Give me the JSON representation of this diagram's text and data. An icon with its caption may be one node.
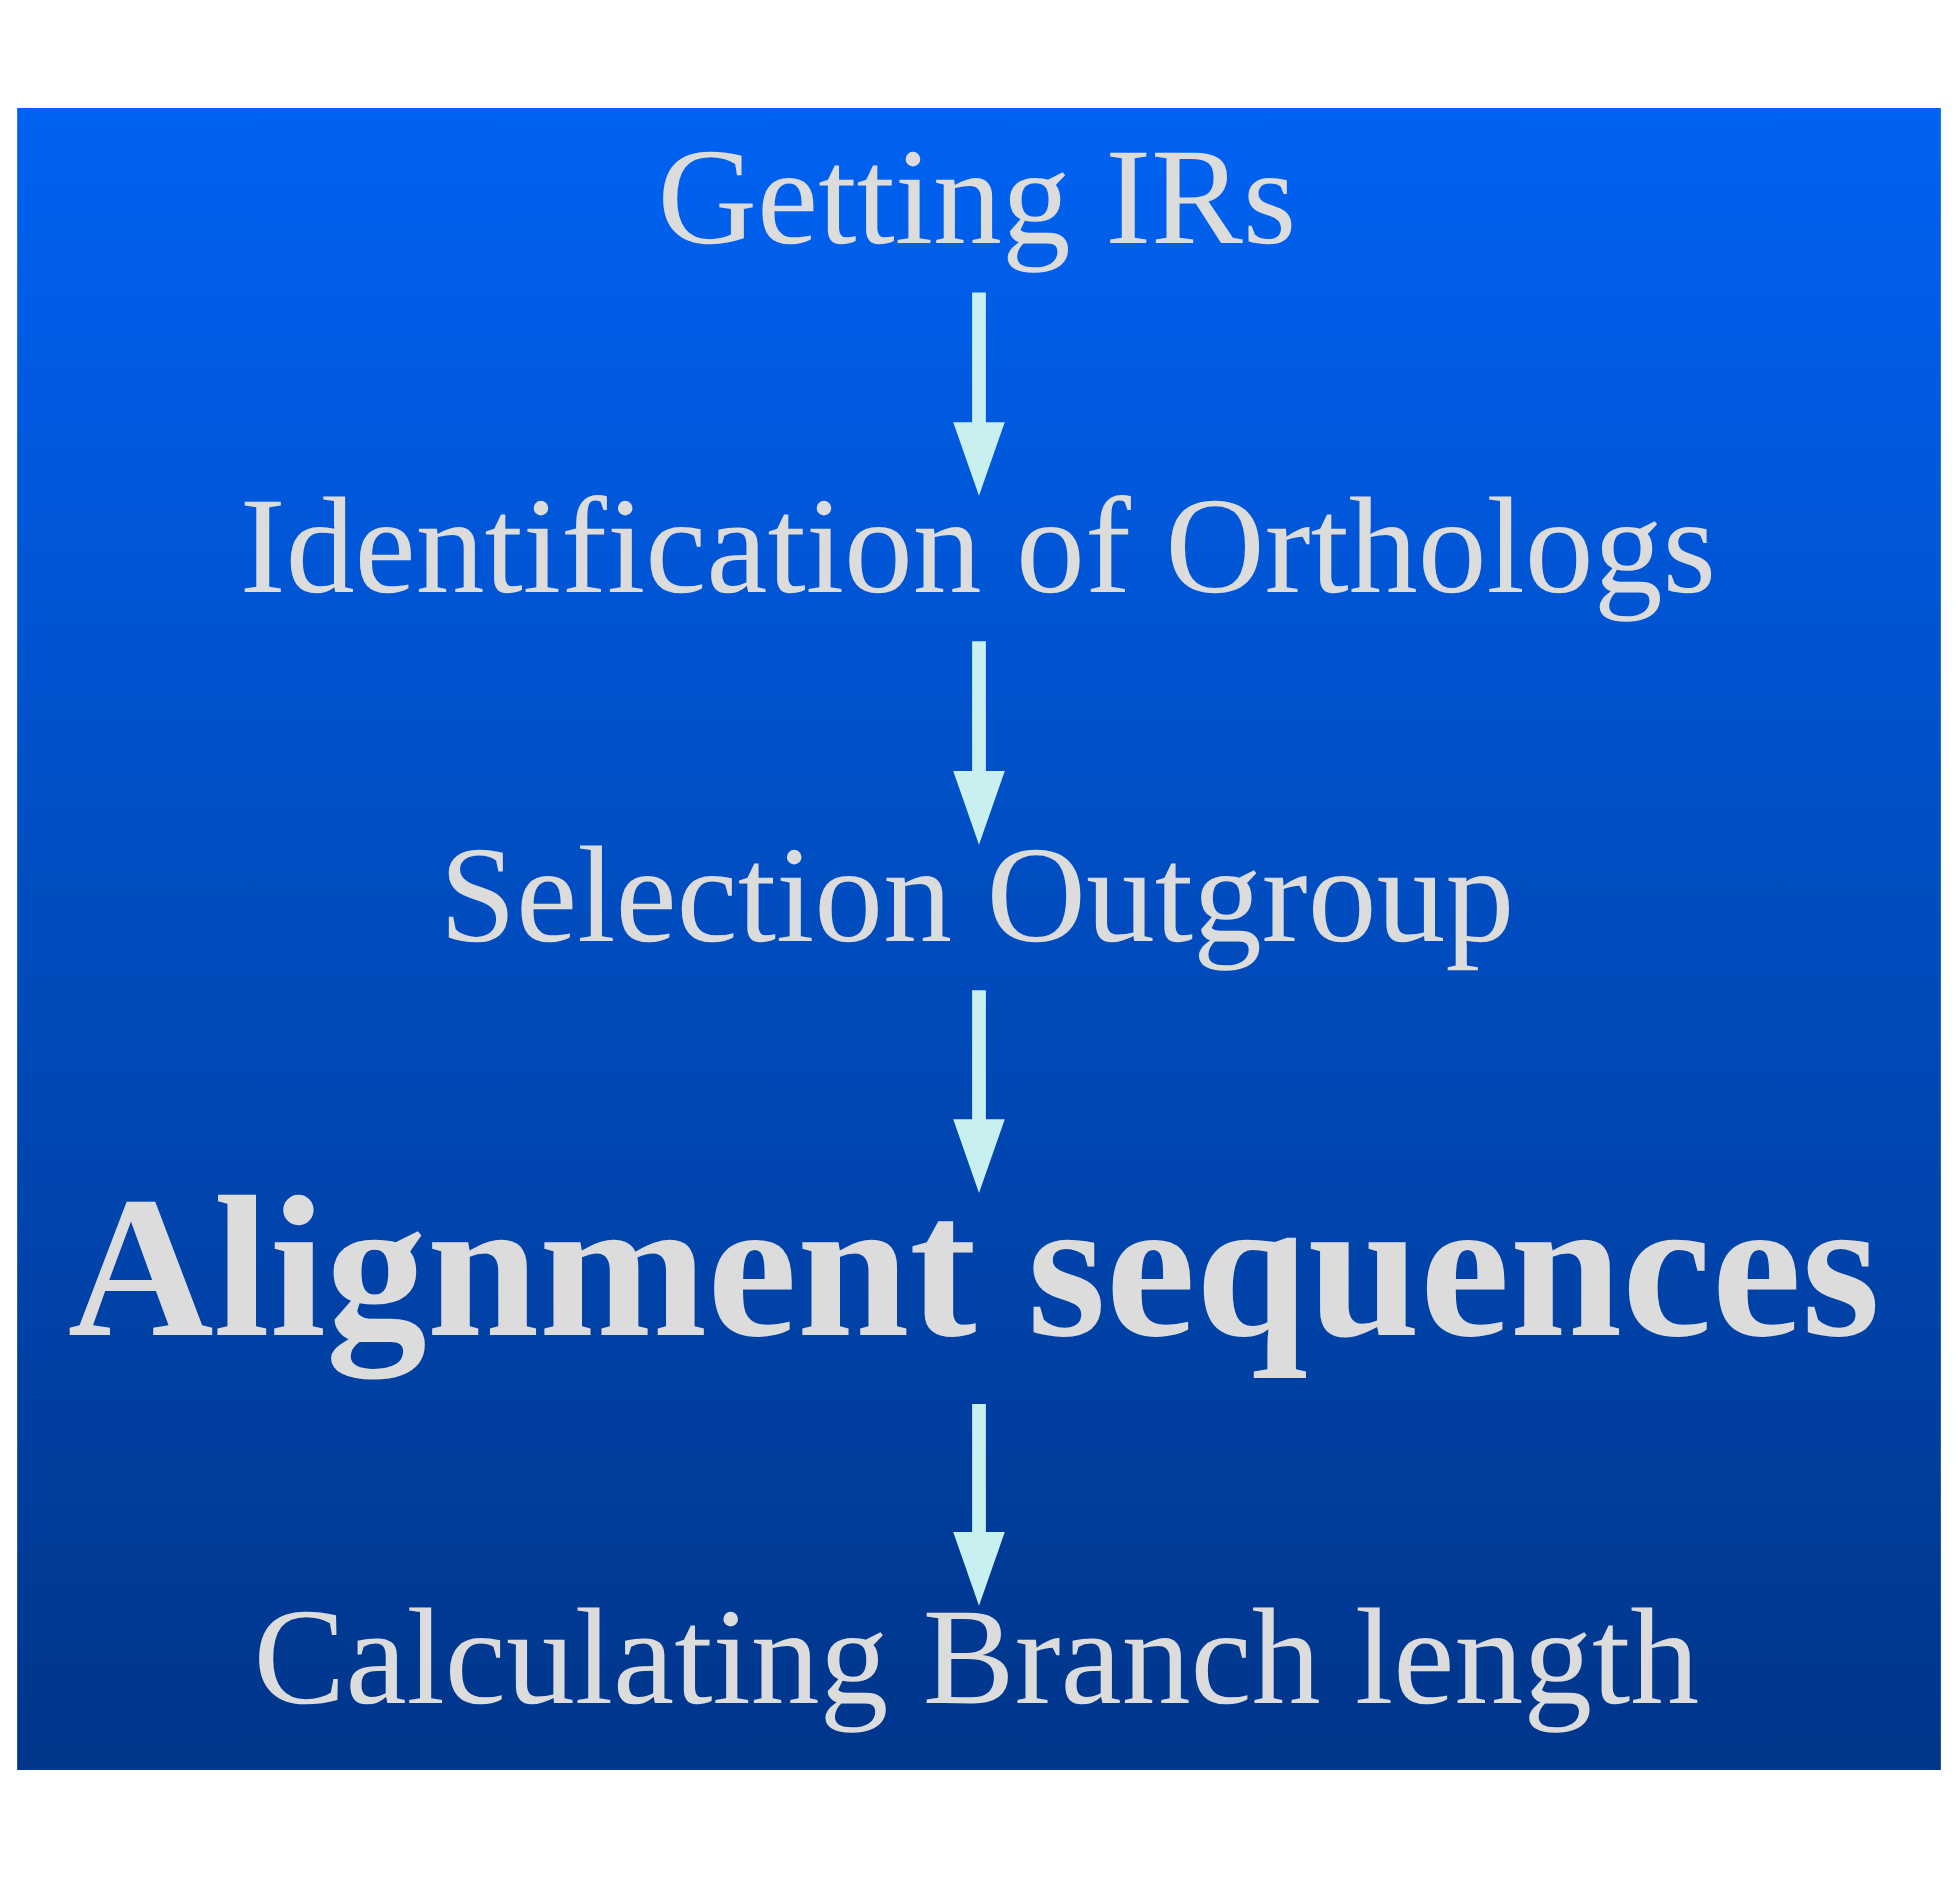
{
  "diagram": {
    "nodes": [
      {
        "text": [
          "Getting IRs"
        ]
      },
      {
        "text": [
          "Identification of Orthologs"
        ]
      },
      {
        "text": [
          "Selection Outgroup"
        ]
      },
      {
        "text": [
          "Alignment sequences"
        ]
      },
      {
        "text": [
          "Calculating Branch length"
        ]
      }
    ],
    "edges": [
      {
        "from": 0,
        "to": 1,
        "arrow": "to"
      },
      {
        "from": 1,
        "to": 2,
        "arrow": "to"
      },
      {
        "from": 2,
        "to": 3,
        "arrow": "to"
      },
      {
        "from": 3,
        "to": 4,
        "arrow": "to"
      }
    ]
  }
}
